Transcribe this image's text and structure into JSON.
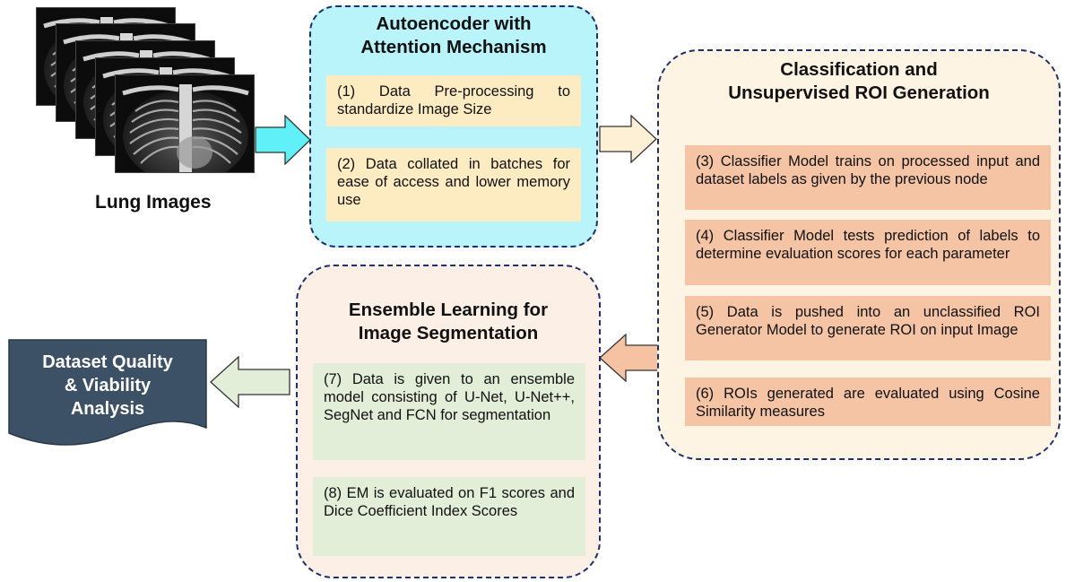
{
  "input": {
    "caption": "Lung Images"
  },
  "autoencoder": {
    "title_line1": "Autoencoder with",
    "title_line2": "Attention Mechanism",
    "steps": [
      "(1) Data Pre-processing to standardize Image Size",
      "(2) Data collated in batches for ease of access and lower memory use"
    ]
  },
  "classification": {
    "title_line1": "Classification and",
    "title_line2": "Unsupervised ROI Generation",
    "steps": [
      "(3) Classifier Model trains on processed input and dataset labels as given by the previous node",
      "(4) Classifier Model tests prediction of labels to determine evaluation scores for each parameter",
      "(5) Data is pushed into an unclassified ROI Generator Model to generate ROI on input Image",
      "(6) ROIs generated are evaluated using Cosine Similarity measures"
    ]
  },
  "ensemble": {
    "title_line1": "Ensemble Learning for",
    "title_line2": "Image Segmentation",
    "steps": [
      "(7) Data is given to an ensemble model consisting of U-Net, U-Net++, SegNet and FCN for segmentation",
      "(8) EM is evaluated on F1 scores and Dice Coefficient Index Scores"
    ]
  },
  "output": {
    "line1": "Dataset Quality",
    "line2": "& Viability",
    "line3": "Analysis"
  },
  "colors": {
    "panel_border": "#1f2f6b",
    "autoencoder_fill": "#b8f4fa",
    "classification_fill": "#fef4e4",
    "ensemble_fill": "#fcefe6",
    "arrow_cyan": "#5ff0f8",
    "arrow_cream": "#fdf0d5",
    "arrow_salmon": "#f6c3a2",
    "arrow_green": "#e2eed8",
    "doc_fill": "#3d5166"
  }
}
